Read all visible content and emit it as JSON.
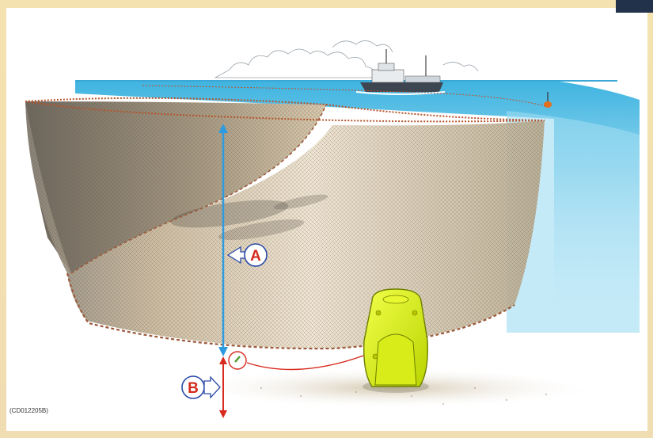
{
  "diagram": {
    "callouts": [
      {
        "id": "A",
        "label": "A"
      },
      {
        "id": "B",
        "label": "B"
      }
    ],
    "reference_code": "(CD012205B)"
  }
}
